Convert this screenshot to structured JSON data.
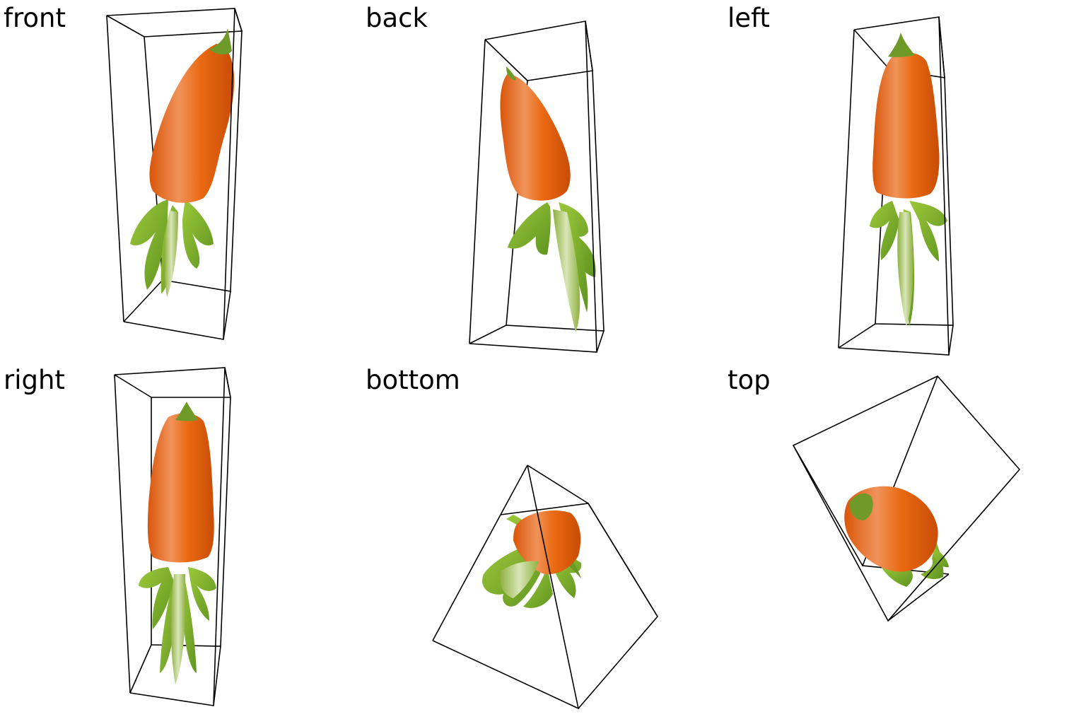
{
  "colors": {
    "background": "#ffffff",
    "label": "#000000",
    "box_edge": "#000000",
    "carrot_orange": "#e8650c",
    "carrot_highlight": "#f2a070",
    "leaf_green": "#7fb52a",
    "stem_pale": "#c9dca0"
  },
  "views": [
    {
      "label": "front"
    },
    {
      "label": "back"
    },
    {
      "label": "left"
    },
    {
      "label": "right"
    },
    {
      "label": "bottom"
    },
    {
      "label": "top"
    }
  ]
}
